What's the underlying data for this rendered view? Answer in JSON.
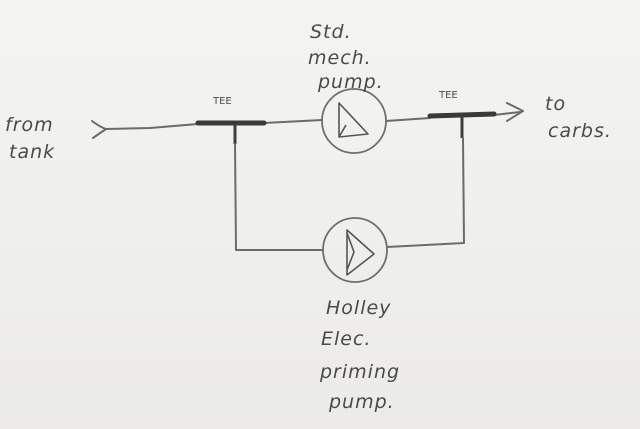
{
  "labels": {
    "source": [
      "from",
      "tank"
    ],
    "destination": [
      "to",
      "carbs."
    ],
    "tee_left": "TEE",
    "tee_right": "TEE",
    "mech_pump": [
      "Std.",
      "mech.",
      "pump."
    ],
    "elec_pump": [
      "Holley",
      "Elec.",
      "priming",
      "pump."
    ]
  },
  "colors": {
    "ink": "#6b6b6b",
    "tee_ink": "#3a3a3a",
    "paper": "#f1f1ef"
  }
}
